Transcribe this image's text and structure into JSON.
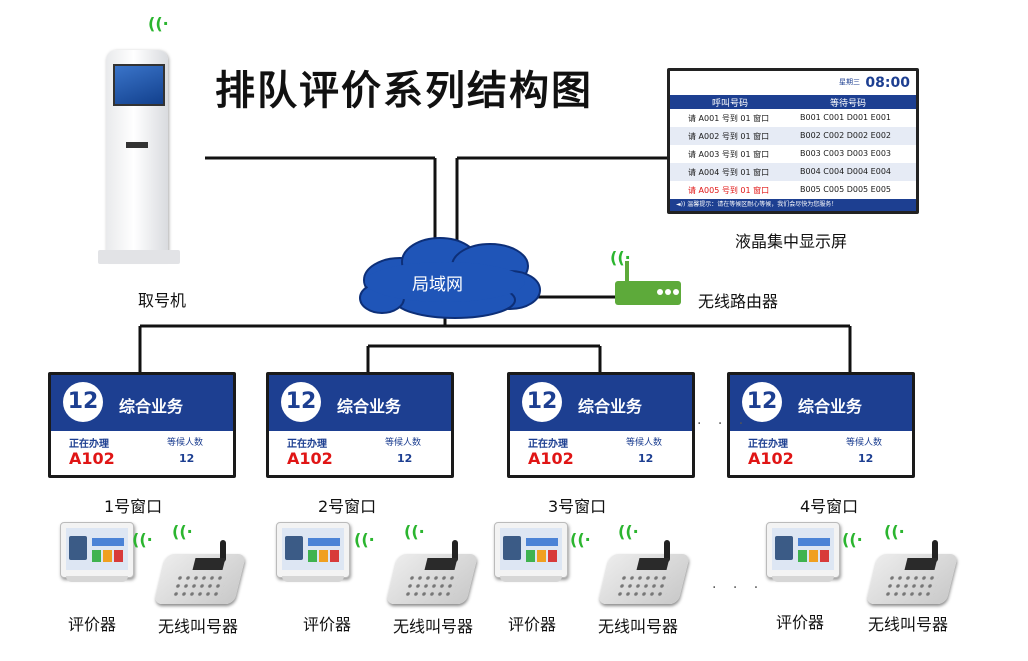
{
  "title": "排队评价系列结构图",
  "nodes": {
    "kiosk_label": "取号机",
    "lcd_label": "液晶集中显示屏",
    "lan_label": "局域网",
    "router_label": "无线路由器",
    "evaluator_label": "评价器",
    "caller_label": "无线叫号器"
  },
  "lcd": {
    "time": "08:00",
    "date": "星期三",
    "header_left": "呼叫号码",
    "header_right": "等待号码",
    "rows": [
      {
        "call": "请 A001 号到 01 窗口",
        "wait": "B001  C001  D001  E001"
      },
      {
        "call": "请 A002 号到 01 窗口",
        "wait": "B002  C002  D002  E002"
      },
      {
        "call": "请 A003 号到 01 窗口",
        "wait": "B003  C003  D003  E003"
      },
      {
        "call": "请 A004 号到 01 窗口",
        "wait": "B004  C004  D004  E004"
      },
      {
        "call": "请 A005 号到 01 窗口",
        "wait": "B005  C005  D005  E005"
      }
    ],
    "ticker": "◄)) 温馨提示：请在等候区耐心等候，我们会尽快为您服务！"
  },
  "window_screen": {
    "number": "12",
    "business": "综合业务",
    "serving_label": "正在办理",
    "serving_value": "A102",
    "waiting_label": "等候人数",
    "waiting_value": "12"
  },
  "windows": [
    {
      "label": "1号窗口"
    },
    {
      "label": "2号窗口"
    },
    {
      "label": "3号窗口"
    },
    {
      "label": "4号窗口"
    }
  ],
  "ellipsis": "· · ·",
  "wifi_glyph": "((·"
}
